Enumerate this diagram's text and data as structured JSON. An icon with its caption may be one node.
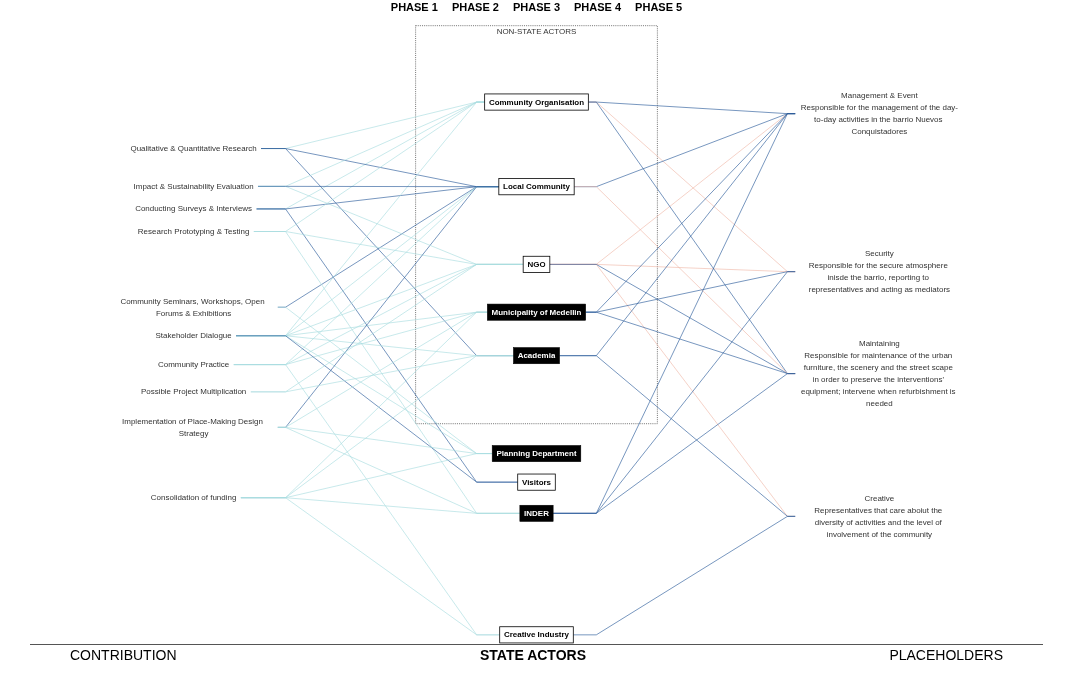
{
  "diagram": {
    "nodes": [
      {
        "text": [
          "Conducting Surveys & Interviews"
        ]
      },
      {
        "text": [
          "Qualitative & Quantitative Research"
        ]
      },
      {
        "text": [
          "Community Seminars, Workshops, Open Forums & Exhibitions"
        ]
      },
      {
        "text": [
          "Research Prototyping & Testing"
        ]
      },
      {
        "text": [
          "Community Practice"
        ]
      },
      {
        "text": [
          "Stakeholder Dialogue"
        ]
      },
      {
        "text": [
          "Consolidation of funding"
        ]
      },
      {
        "text": [
          "Implementation of Place-Making Design Strategy"
        ]
      },
      {
        "text": [
          "Impact & Sustainability Evaluation"
        ]
      },
      {
        "text": [
          "Possible Project Multiplication"
        ]
      },
      {
        "text": [
          "NON-STATE ACTORS"
        ]
      },
      {
        "text": [
          "NGO"
        ],
        "in": 10
      },
      {
        "text": [
          "Community Organisation"
        ],
        "in": 10
      },
      {
        "text": [
          "Local Community"
        ],
        "in": 10
      },
      {
        "text": [
          "Municipality of Medellin"
        ],
        "in": 10
      },
      {
        "text": [
          "Academia"
        ],
        "in": 10
      },
      {
        "text": [
          "Planning Department"
        ]
      },
      {
        "text": [
          "Visitors"
        ]
      },
      {
        "text": [
          "Creative Industry"
        ]
      },
      {
        "text": [
          "INDER"
        ]
      },
      {
        "text": [
          "Management & Event",
          "Responsible for the management of the day-to-day activities in the barrio Nuevos Conquistadores"
        ]
      },
      {
        "text": [
          "Security",
          "Responsible for the secure atmosphere inisde the barrio, reporting to representatives and acting as mediators"
        ]
      },
      {
        "text": [
          "Creative",
          "Representatives that care aboiut the diversity of activities and the level of involvement of the community"
        ]
      },
      {
        "text": [
          "Maintaining",
          "Responsible for maintenance of the urban furniture, the scenery and the street scape in order to preserve the interventions' equipment; intervene when refurbishment is needed"
        ]
      }
    ],
    "edges": [
      {
        "from": 0,
        "to": 12,
        "arrow": "none"
      },
      {
        "from": 0,
        "to": 13,
        "arrow": "none",
        "color": "#2b5c9a"
      },
      {
        "from": 0,
        "to": 17,
        "arrow": "none",
        "color": "#2b5c9a"
      },
      {
        "from": 1,
        "to": 12,
        "arrow": "none"
      },
      {
        "from": 1,
        "to": 13,
        "arrow": "none",
        "color": "#2b5c9a"
      },
      {
        "from": 1,
        "to": 15,
        "arrow": "none",
        "color": "#2b5c9a"
      },
      {
        "from": 2,
        "to": 13,
        "arrow": "none",
        "color": "#2b5c9a"
      },
      {
        "from": 2,
        "to": 16,
        "arrow": "none"
      },
      {
        "from": 3,
        "to": 11,
        "arrow": "none"
      },
      {
        "from": 3,
        "to": 12,
        "arrow": "none"
      },
      {
        "from": 3,
        "to": 19,
        "arrow": "none"
      },
      {
        "from": 4,
        "to": 11,
        "arrow": "none"
      },
      {
        "from": 4,
        "to": 13,
        "arrow": "none"
      },
      {
        "from": 4,
        "to": 14,
        "arrow": "none"
      },
      {
        "from": 4,
        "to": 18,
        "arrow": "none"
      },
      {
        "from": 5,
        "to": 11,
        "arrow": "none"
      },
      {
        "from": 5,
        "to": 12,
        "arrow": "none"
      },
      {
        "from": 5,
        "to": 13,
        "arrow": "none"
      },
      {
        "from": 5,
        "to": 14,
        "arrow": "none"
      },
      {
        "from": 5,
        "to": 15,
        "arrow": "none"
      },
      {
        "from": 5,
        "to": 16,
        "arrow": "none"
      },
      {
        "from": 5,
        "to": 17,
        "arrow": "none",
        "color": "#2b5c9a"
      },
      {
        "from": 6,
        "to": 14,
        "arrow": "none"
      },
      {
        "from": 6,
        "to": 15,
        "arrow": "none"
      },
      {
        "from": 6,
        "to": 16,
        "arrow": "none"
      },
      {
        "from": 6,
        "to": 18,
        "arrow": "none"
      },
      {
        "from": 6,
        "to": 19,
        "arrow": "none"
      },
      {
        "from": 7,
        "to": 13,
        "arrow": "none",
        "color": "#2b5c9a"
      },
      {
        "from": 7,
        "to": 14,
        "arrow": "none"
      },
      {
        "from": 7,
        "to": 16,
        "arrow": "none"
      },
      {
        "from": 7,
        "to": 19,
        "arrow": "none"
      },
      {
        "from": 8,
        "to": 11,
        "arrow": "none"
      },
      {
        "from": 8,
        "to": 12,
        "arrow": "none"
      },
      {
        "from": 8,
        "to": 13,
        "arrow": "none",
        "color": "#2b5c9a"
      },
      {
        "from": 9,
        "to": 11,
        "arrow": "none"
      },
      {
        "from": 9,
        "to": 15,
        "arrow": "none"
      },
      {
        "from": 11,
        "to": 20,
        "arrow": "none",
        "color": "#f0b8a8"
      },
      {
        "from": 11,
        "to": 21,
        "arrow": "none",
        "color": "#f0b8a8"
      },
      {
        "from": 11,
        "to": 22,
        "arrow": "none",
        "color": "#f0b8a8"
      },
      {
        "from": 11,
        "to": 23,
        "arrow": "none",
        "color": "#2b5c9a"
      },
      {
        "from": 12,
        "to": 20,
        "arrow": "none",
        "color": "#2b5c9a"
      },
      {
        "from": 12,
        "to": 21,
        "arrow": "none",
        "color": "#f0b8a8"
      },
      {
        "from": 12,
        "to": 23,
        "arrow": "none",
        "color": "#2b5c9a"
      },
      {
        "from": 13,
        "to": 20,
        "arrow": "none",
        "color": "#2b5c9a"
      },
      {
        "from": 13,
        "to": 23,
        "arrow": "none",
        "color": "#f0b8a8"
      },
      {
        "from": 14,
        "to": 20,
        "arrow": "none",
        "color": "#2b5c9a"
      },
      {
        "from": 14,
        "to": 21,
        "arrow": "none",
        "color": "#2b5c9a"
      },
      {
        "from": 14,
        "to": 23,
        "arrow": "none",
        "color": "#2b5c9a"
      },
      {
        "from": 15,
        "to": 20,
        "arrow": "none",
        "color": "#2b5c9a"
      },
      {
        "from": 15,
        "to": 22,
        "arrow": "none",
        "color": "#2b5c9a"
      },
      {
        "from": 18,
        "to": 22,
        "arrow": "none",
        "color": "#2b5c9a"
      },
      {
        "from": 19,
        "to": 20,
        "arrow": "none",
        "color": "#2b5c9a"
      },
      {
        "from": 19,
        "to": 21,
        "arrow": "none",
        "color": "#2b5c9a"
      },
      {
        "from": 19,
        "to": 23,
        "arrow": "none",
        "color": "#2b5c9a"
      }
    ],
    "labels": [
      "PHASE 1",
      "PHASE 2",
      "PHASE 3",
      "PHASE 4",
      "PHASE 5",
      "CONTRIBUTION",
      "STATE ACTORS",
      "PLACEHOLDERS"
    ]
  }
}
